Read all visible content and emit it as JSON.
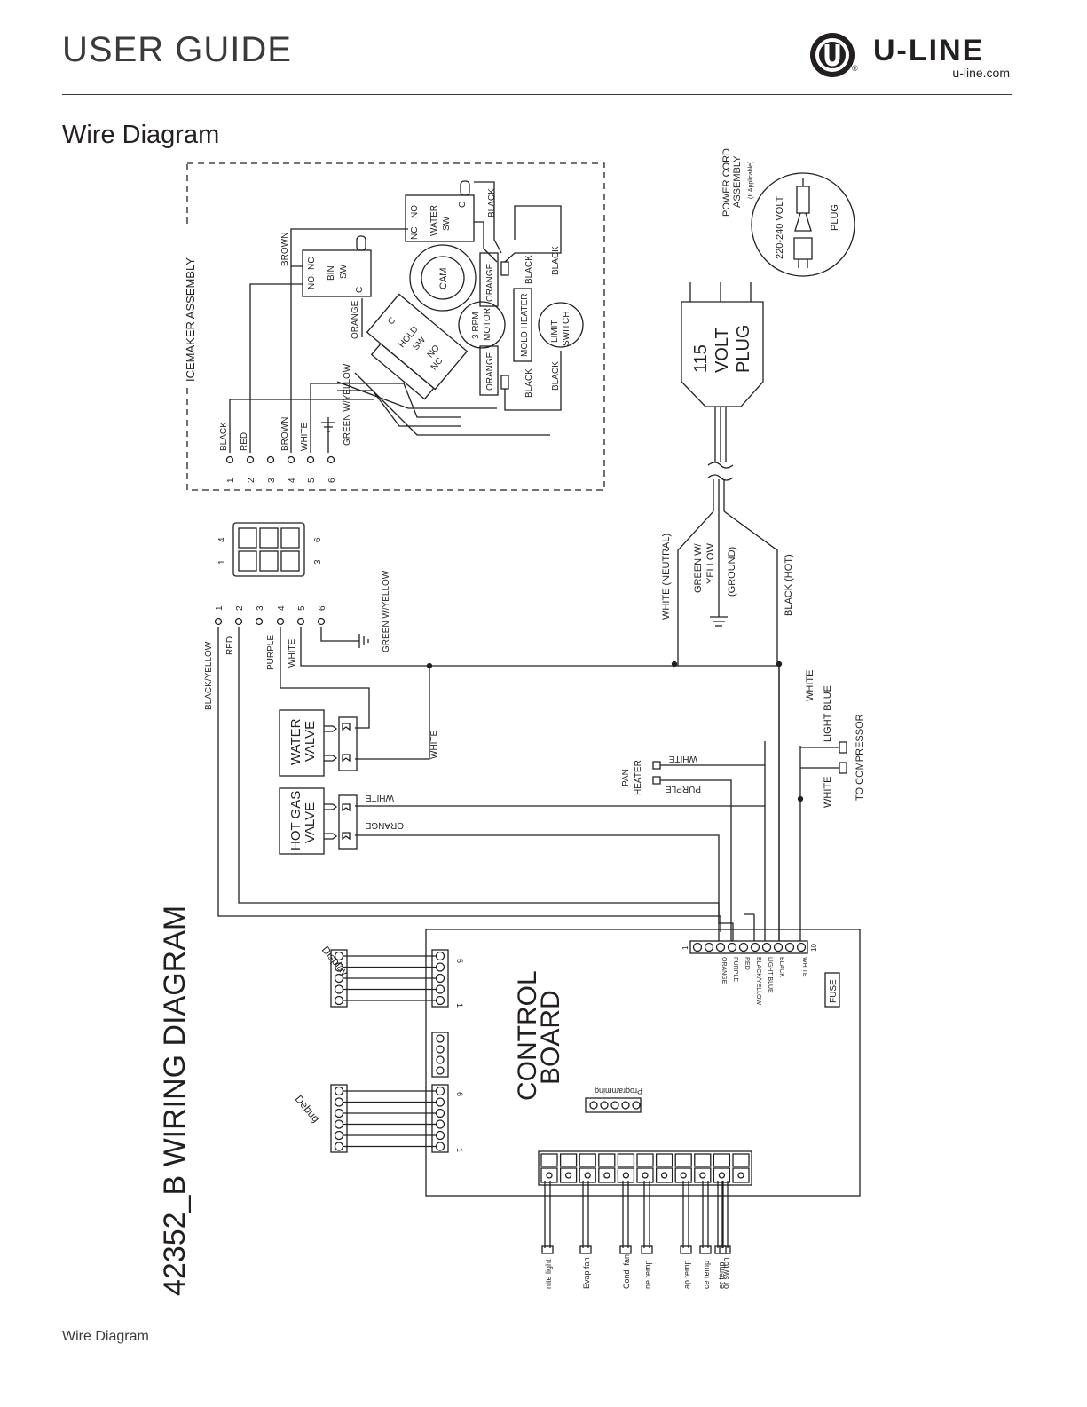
{
  "header": {
    "title": "USER GUIDE"
  },
  "brand": {
    "name": "U-LINE",
    "url": "u-line.com",
    "mark": "U",
    "reg": "®"
  },
  "section": {
    "title": "Wire Diagram"
  },
  "footer": {
    "text": "Wire Diagram"
  },
  "diagram": {
    "title": "42352_B WIRING DIAGRAM",
    "icemaker": {
      "title": "ICEMAKER ASSEMBLY",
      "terminals": [
        "1",
        "2",
        "3",
        "4",
        "5",
        "6"
      ],
      "wires": [
        "BLACK",
        "RED",
        "BROWN",
        "WHITE",
        "GREEN W/YELLOW"
      ],
      "brown_top": "BROWN",
      "bin_sw": [
        "NO",
        "NC",
        "BIN",
        "SW",
        "C"
      ],
      "water_sw": [
        "NC",
        "NO",
        "WATER",
        "SW",
        "C"
      ],
      "hold_sw": [
        "C",
        "HOLD",
        "SW",
        "NO",
        "NC"
      ],
      "cam": "CAM",
      "motor": [
        "3 RPM",
        "MOTOR"
      ],
      "mold_heater": "MOLD HEATER",
      "limit_switch": [
        "LIMIT",
        "SWITCH"
      ],
      "orange": "ORANGE",
      "black": "BLACK"
    },
    "connector": {
      "pins_top": [
        "1",
        "4"
      ],
      "pins_bottom": [
        "3",
        "6"
      ]
    },
    "harness": {
      "terminals": [
        "1",
        "2",
        "3",
        "4",
        "5",
        "6"
      ],
      "wires": [
        "BLACK/YELLOW",
        "RED",
        "PURPLE",
        "WHITE",
        "GREEN W/YELLOW"
      ]
    },
    "power": {
      "plug_115": [
        "115",
        "VOLT",
        "PLUG"
      ],
      "cord_assembly": [
        "POWER CORD",
        "ASSEMBLY"
      ],
      "if_applicable": "(If Applicable)",
      "volt_220": "220-240 VOLT",
      "plug": "PLUG",
      "white_neutral": "WHITE (NEUTRAL)",
      "ground": [
        "GREEN W/",
        "YELLOW",
        "(GROUND)"
      ],
      "black_hot": "BLACK (HOT)"
    },
    "water_valve": [
      "WATER",
      "VALVE"
    ],
    "hot_gas_valve": [
      "HOT GAS",
      "VALVE"
    ],
    "labels": {
      "white": "WHITE",
      "orange": "ORANGE",
      "purple": "PURPLE",
      "light_blue": "LIGHT BLUE",
      "to_compressor": "TO COMPRESSOR",
      "pan_heater": [
        "PAN",
        "HEATER"
      ]
    },
    "control_board": {
      "title": [
        "CONTROL",
        "BOARD"
      ],
      "terminal_first": "1",
      "terminal_last": "10",
      "terminal_wires": [
        "ORANGE",
        "PURPLE",
        "RED",
        "BLACK/YELLOW",
        "LIGHT BLUE",
        "BLACK",
        "WHITE"
      ],
      "fuse": "FUSE",
      "programming": "Programming",
      "display": "Display",
      "debug": "Debug",
      "display_pins": [
        "5",
        "1"
      ],
      "debug_pins": [
        "6",
        "1"
      ]
    },
    "sensors": [
      "nite light",
      "Evap fan",
      "Cond. fan",
      "ne temp",
      "ap temp",
      "ce temp",
      "er temp",
      "or switch"
    ]
  }
}
